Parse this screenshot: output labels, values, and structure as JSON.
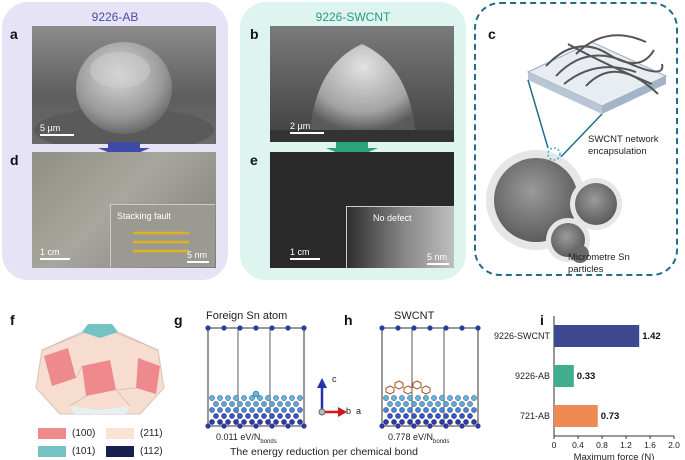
{
  "panels": {
    "a": {
      "letter": "a",
      "scale": "5 µm"
    },
    "b": {
      "letter": "b",
      "scale": "2 µm"
    },
    "c": {
      "letter": "c",
      "label_network": "SWCNT network encapsulation",
      "label_particles": "Micrometre Sn particles"
    },
    "d": {
      "letter": "d",
      "scale": "1 cm",
      "inset_label": "Stacking fault",
      "inset_scale": "5 nm"
    },
    "e": {
      "letter": "e",
      "scale": "1 cm",
      "inset_label": "No defect",
      "inset_scale": "5 nm"
    },
    "f": {
      "letter": "f"
    },
    "g": {
      "letter": "g",
      "title": "Foreign Sn atom",
      "value": "0.011 eV/N",
      "value_sub": "bonds"
    },
    "h": {
      "letter": "h",
      "title": "SWCNT",
      "value": "0.778 eV/N",
      "value_sub": "bonds"
    },
    "i": {
      "letter": "i"
    }
  },
  "group_titles": {
    "left": "9226-AB",
    "right": "9226-SWCNT"
  },
  "axes_label": {
    "c": "c",
    "b": "b",
    "a": "a"
  },
  "caption_gh": "The energy reduction per chemical bond",
  "legend": [
    {
      "label": "(100)",
      "color": "#ee8a8e"
    },
    {
      "label": "(211)",
      "color": "#f8e3d6"
    },
    {
      "label": "(101)",
      "color": "#76c1c3"
    },
    {
      "label": "(112)",
      "color": "#17204e"
    }
  ],
  "colors": {
    "left_bg": "#e6e3f7",
    "right_bg": "#def4ee",
    "dash": "#1f6f8b",
    "arrow_left": "#3e4aa8",
    "arrow_right": "#2aa37a"
  },
  "chart_data": {
    "type": "bar",
    "orientation": "horizontal",
    "categories": [
      "9226-SWCNT",
      "9226-AB",
      "721-AB"
    ],
    "values": [
      1.42,
      0.33,
      0.73
    ],
    "value_labels": [
      "1.42",
      "0.33",
      "0.73"
    ],
    "colors": [
      "#3d4990",
      "#3fae8f",
      "#f08a55"
    ],
    "xlabel": "Maximum force (N)",
    "xlim": [
      0,
      2.0
    ],
    "xticks": [
      "0",
      "0.4",
      "0.8",
      "1.2",
      "1.6",
      "2.0"
    ],
    "grid": false
  }
}
